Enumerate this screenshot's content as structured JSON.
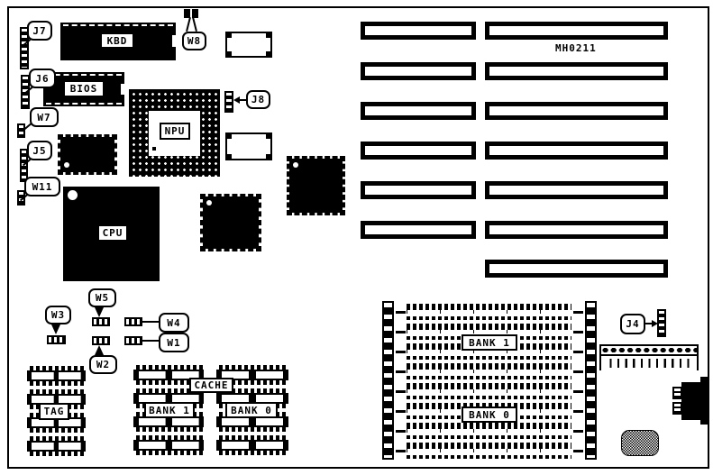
{
  "board": {
    "id_label": "MH0211",
    "colors": {
      "ink": "#000000",
      "background": "#ffffff"
    },
    "chips": {
      "kbd": "KBD",
      "bios": "BIOS",
      "npu": "NPU",
      "cpu": "CPU",
      "tag": "TAG",
      "cache": "CACHE",
      "cache_bank1": "BANK 1",
      "cache_bank0": "BANK 0"
    },
    "memory": {
      "simm_bank1": "BANK 1",
      "simm_bank0": "BANK 0"
    },
    "jumpers": {
      "j7": "J7",
      "j6": "J6",
      "w7": "W7",
      "j5": "J5",
      "w11": "W11",
      "w8": "W8",
      "j8": "J8",
      "j4": "J4",
      "w3": "W3",
      "w5": "W5",
      "w4": "W4",
      "w1": "W1",
      "w2": "W2"
    }
  }
}
